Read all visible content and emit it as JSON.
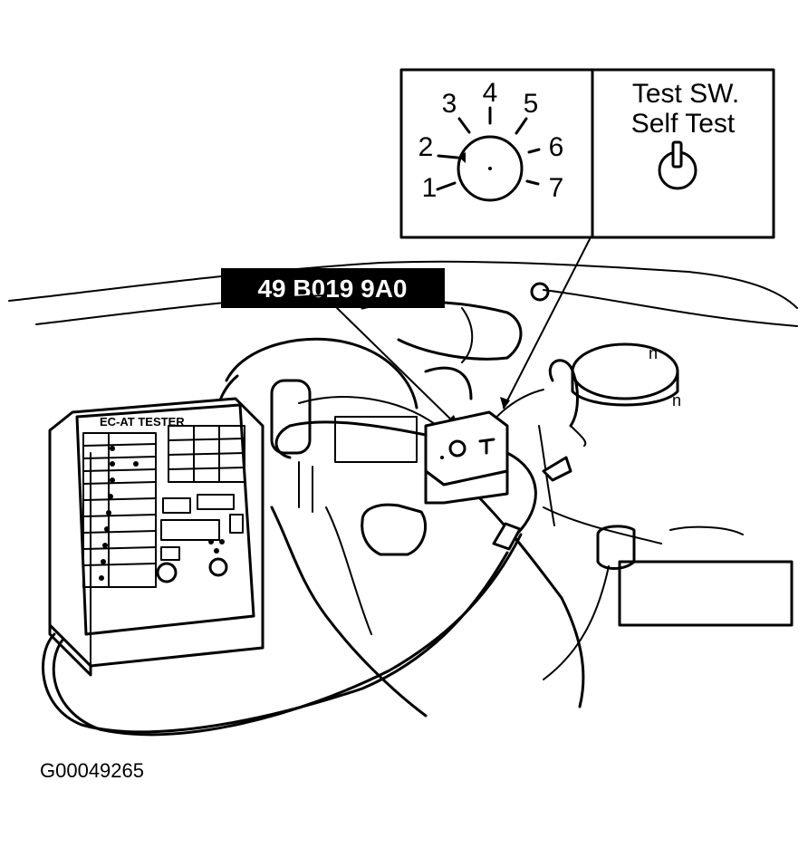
{
  "selector_dial": {
    "positions": [
      "1",
      "2",
      "3",
      "4",
      "5",
      "6",
      "7"
    ]
  },
  "test_switch": {
    "line1": "Test SW.",
    "line2": "Self Test"
  },
  "part_number": "49 B019 9A0",
  "tester_label": "EC-AT TESTER",
  "figure_id": "G00049265"
}
